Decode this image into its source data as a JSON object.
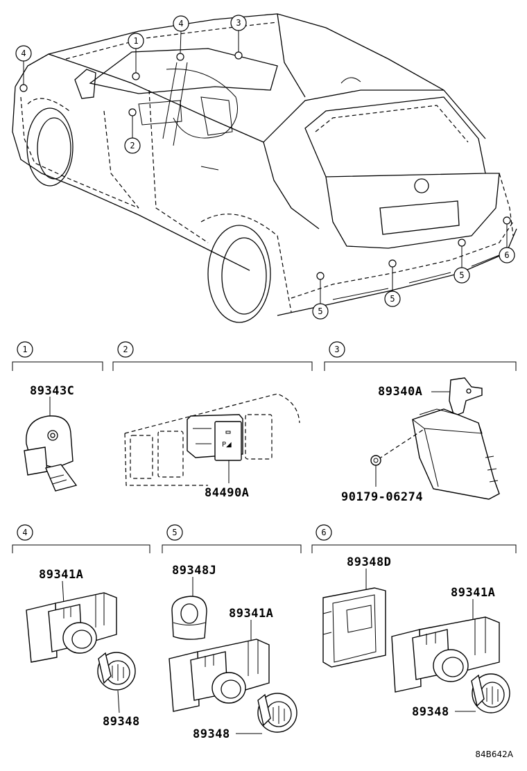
{
  "callouts": {
    "vehicle": [
      "4",
      "1",
      "4",
      "3",
      "2",
      "5",
      "5",
      "5",
      "6"
    ]
  },
  "sections": [
    {
      "number": "1",
      "parts": [
        "89343C"
      ]
    },
    {
      "number": "2",
      "parts": [
        "84490A"
      ]
    },
    {
      "number": "3",
      "parts": [
        "89340A",
        "90179-06274"
      ]
    },
    {
      "number": "4",
      "parts": [
        "89341A",
        "89348"
      ]
    },
    {
      "number": "5",
      "parts": [
        "89348J",
        "89341A",
        "89348"
      ]
    },
    {
      "number": "6",
      "parts": [
        "89348D",
        "89341A",
        "89348"
      ]
    }
  ],
  "switch_label": "P◢",
  "reference_code": "84B642A"
}
